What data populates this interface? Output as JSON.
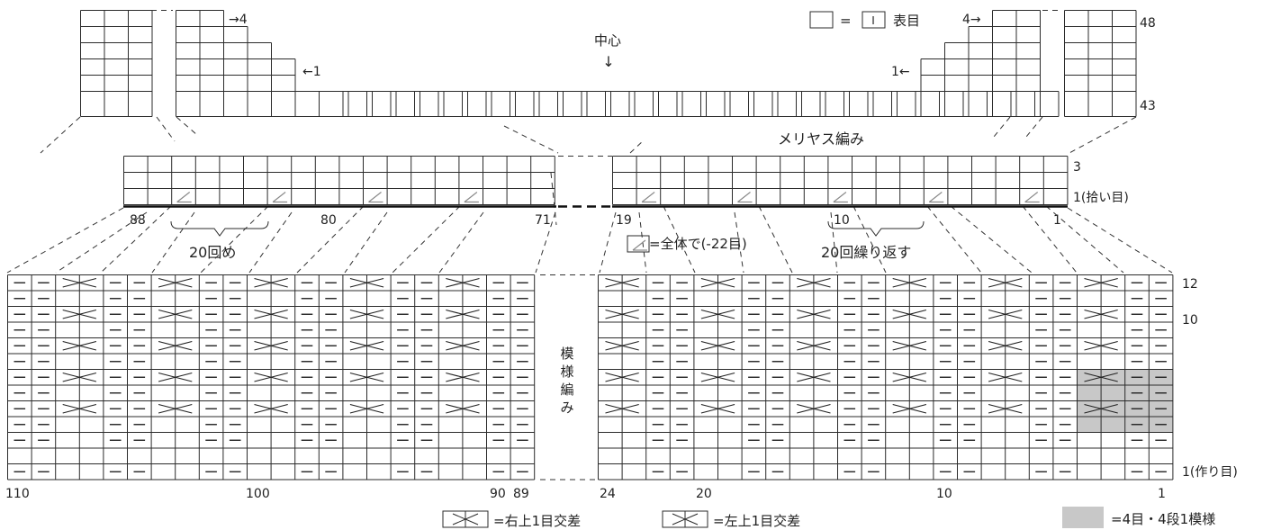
{
  "colors": {
    "grid": "#2b2b2b",
    "guide": "#333333",
    "shade": "#c8c8c8",
    "decrease": "#8a8a8a"
  },
  "top_chart": {
    "center_label": "中心",
    "center_arrow": "↓",
    "row_top": "48",
    "row_bottom": "43",
    "left_marks": [
      "→4",
      "←1"
    ],
    "right_marks": [
      "1←",
      "4→"
    ],
    "legend_eq": "=",
    "legend_knit_symbol": "I",
    "legend_knit": "表目"
  },
  "stockinette_label": "メリヤス編み",
  "middle_chart": {
    "row_top": "3",
    "row_pickup": "1(拾い目)",
    "left_stitch_numbers": [
      "88",
      "80",
      "71"
    ],
    "right_stitch_numbers": [
      "19",
      "10",
      "1"
    ],
    "repeat_left": "20回め",
    "repeat_right": "20回繰り返す",
    "decrease_legend": "=全体で(-22目)"
  },
  "pattern_label": [
    "模",
    "様",
    "編",
    "み"
  ],
  "lower_chart": {
    "row_top": "12",
    "row_10": "10",
    "row_cast_on": "1(作り目)",
    "left_numbers": [
      "110",
      "100",
      "90",
      "89"
    ],
    "right_numbers": [
      "24",
      "20",
      "10",
      "1"
    ]
  },
  "legend": {
    "right_cross": "=右上1目交差",
    "left_cross": "=左上1目交差",
    "repeat_unit": "=4目・4段1模様"
  }
}
